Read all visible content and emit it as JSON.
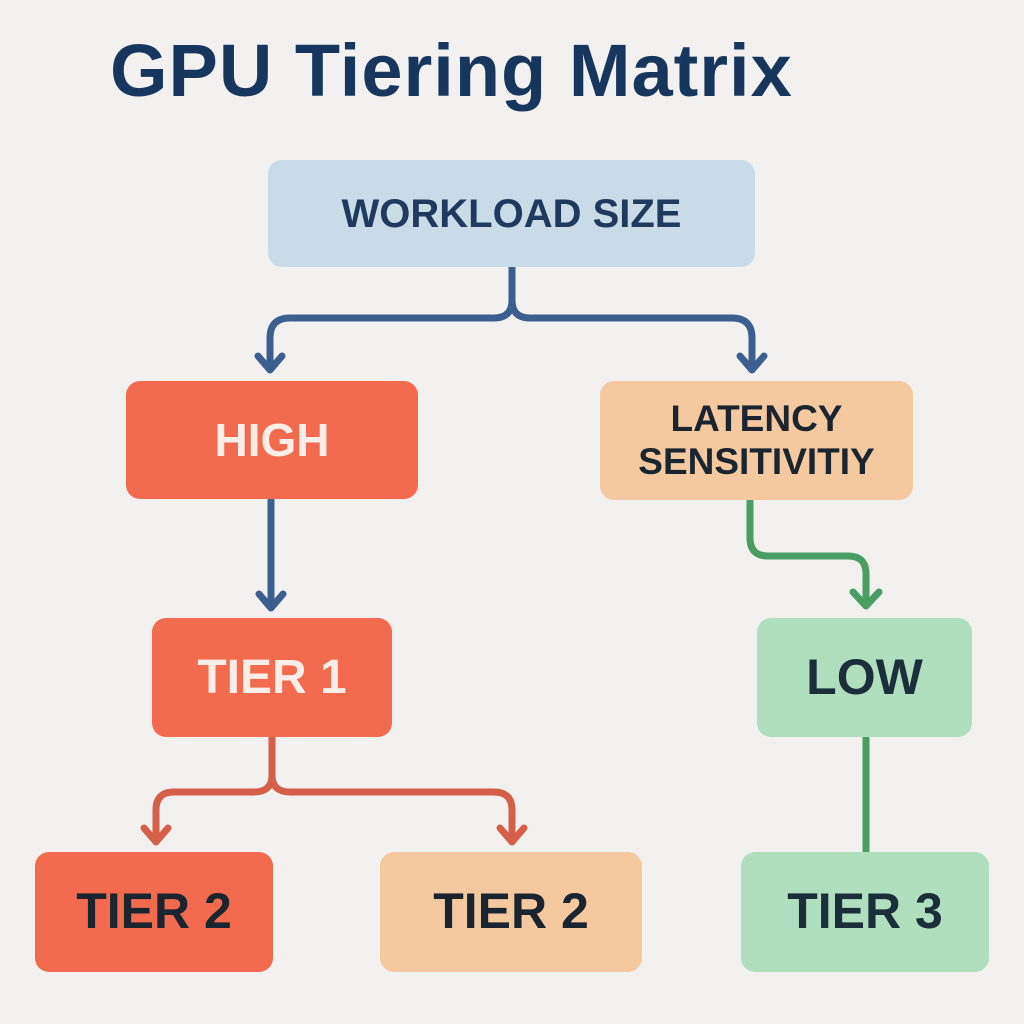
{
  "title": "GPU Tiering Matrix",
  "nodes": {
    "workload": "WORKLOAD SIZE",
    "high": "HIGH",
    "latency_line1": "LATENCY",
    "latency_line2": "SENSITIVITIY",
    "tier1": "TIER 1",
    "low": "LOW",
    "tier2_left": "TIER 2",
    "tier2_right": "TIER 2",
    "tier3": "TIER 3"
  },
  "colors": {
    "title": "#17365d",
    "blue_box": "#c9dbe6",
    "red_box": "#f26b4f",
    "peach_box": "#f5c9a0",
    "green_box": "#b0dfc0",
    "blue_arrow": "#3d5f8f",
    "red_arrow": "#d4604a",
    "green_arrow": "#4a9e63"
  }
}
